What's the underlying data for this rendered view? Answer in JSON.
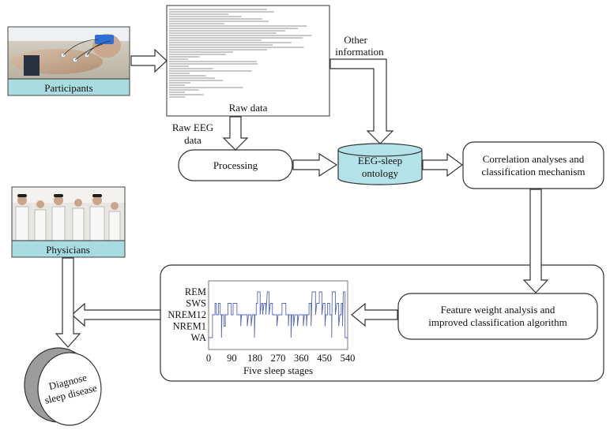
{
  "participants": {
    "label": "Participants"
  },
  "raw_data": {
    "label": "Raw data"
  },
  "other_info": {
    "line1": "Other",
    "line2": "information"
  },
  "raw_eeg": {
    "line1": "Raw EEG",
    "line2": "data"
  },
  "processing": {
    "label": "Processing"
  },
  "ontology": {
    "line1": "EEG-sleep",
    "line2": "ontology"
  },
  "correlation": {
    "line1": "Correlation analyses and",
    "line2": "classification mechanism"
  },
  "physicians": {
    "label": "Physicians"
  },
  "feature": {
    "line1": "Feature weight analysis and",
    "line2": "improved classification algorithm"
  },
  "diagnose": {
    "line1": "Diagnose",
    "line2": "sleep disease"
  },
  "colors": {
    "caption_fill": "#a8dce0",
    "ontology_fill": "#b3e2e8",
    "line_color": "#5566bb",
    "cylinder_side": "#999999"
  },
  "chart_data": {
    "type": "line",
    "title": "",
    "xlabel": "Five sleep stages",
    "ylabel": "",
    "xlim": [
      0,
      540
    ],
    "x_ticks": [
      "0",
      "90",
      "180",
      "270",
      "360",
      "450",
      "540"
    ],
    "y_categories": [
      "WA",
      "NREM1",
      "NREM12",
      "SWS",
      "REM"
    ],
    "series": [
      {
        "points": [
          [
            0,
            0
          ],
          [
            15,
            0
          ],
          [
            15,
            2
          ],
          [
            25,
            2
          ],
          [
            25,
            3
          ],
          [
            30,
            3
          ],
          [
            30,
            2
          ],
          [
            38,
            2
          ],
          [
            38,
            3
          ],
          [
            45,
            3
          ],
          [
            45,
            2
          ],
          [
            50,
            2
          ],
          [
            50,
            0
          ],
          [
            52,
            2
          ],
          [
            60,
            2
          ],
          [
            60,
            1
          ],
          [
            65,
            1
          ],
          [
            65,
            2
          ],
          [
            75,
            2
          ],
          [
            75,
            3
          ],
          [
            88,
            3
          ],
          [
            88,
            2
          ],
          [
            95,
            2
          ],
          [
            95,
            3
          ],
          [
            110,
            3
          ],
          [
            110,
            2
          ],
          [
            125,
            2
          ],
          [
            125,
            1
          ],
          [
            128,
            2
          ],
          [
            150,
            2
          ],
          [
            150,
            1
          ],
          [
            155,
            2
          ],
          [
            165,
            2
          ],
          [
            165,
            1
          ],
          [
            170,
            2
          ],
          [
            178,
            2
          ],
          [
            178,
            0
          ],
          [
            180,
            2
          ],
          [
            185,
            2
          ],
          [
            185,
            3
          ],
          [
            190,
            3
          ],
          [
            190,
            4
          ],
          [
            200,
            4
          ],
          [
            200,
            2
          ],
          [
            205,
            3
          ],
          [
            210,
            3
          ],
          [
            210,
            2
          ],
          [
            215,
            3
          ],
          [
            222,
            3
          ],
          [
            222,
            2
          ],
          [
            228,
            4
          ],
          [
            235,
            4
          ],
          [
            235,
            2
          ],
          [
            240,
            3
          ],
          [
            248,
            3
          ],
          [
            248,
            2
          ],
          [
            265,
            2
          ],
          [
            265,
            1
          ],
          [
            270,
            2
          ],
          [
            285,
            2
          ],
          [
            285,
            3
          ],
          [
            300,
            3
          ],
          [
            300,
            2
          ],
          [
            310,
            2
          ],
          [
            310,
            1
          ],
          [
            312,
            2
          ],
          [
            320,
            2
          ],
          [
            320,
            0
          ],
          [
            323,
            2
          ],
          [
            330,
            2
          ],
          [
            330,
            1
          ],
          [
            335,
            2
          ],
          [
            345,
            2
          ],
          [
            345,
            1
          ],
          [
            350,
            2
          ],
          [
            368,
            2
          ],
          [
            368,
            1
          ],
          [
            372,
            2
          ],
          [
            380,
            2
          ],
          [
            380,
            1
          ],
          [
            383,
            2
          ],
          [
            390,
            2
          ],
          [
            390,
            3
          ],
          [
            398,
            3
          ],
          [
            398,
            1
          ],
          [
            402,
            4
          ],
          [
            415,
            4
          ],
          [
            415,
            2
          ],
          [
            420,
            3
          ],
          [
            430,
            3
          ],
          [
            430,
            4
          ],
          [
            440,
            4
          ],
          [
            440,
            2
          ],
          [
            445,
            3
          ],
          [
            452,
            3
          ],
          [
            452,
            1
          ],
          [
            455,
            2
          ],
          [
            462,
            2
          ],
          [
            462,
            3
          ],
          [
            470,
            3
          ],
          [
            470,
            2
          ],
          [
            478,
            2
          ],
          [
            478,
            0
          ],
          [
            480,
            4
          ],
          [
            492,
            4
          ],
          [
            492,
            2
          ],
          [
            498,
            3
          ],
          [
            505,
            3
          ],
          [
            505,
            1
          ],
          [
            510,
            2
          ],
          [
            515,
            2
          ],
          [
            515,
            3
          ],
          [
            520,
            3
          ],
          [
            520,
            1
          ],
          [
            523,
            4
          ],
          [
            530,
            4
          ],
          [
            530,
            0
          ],
          [
            540,
            0
          ]
        ]
      }
    ]
  }
}
